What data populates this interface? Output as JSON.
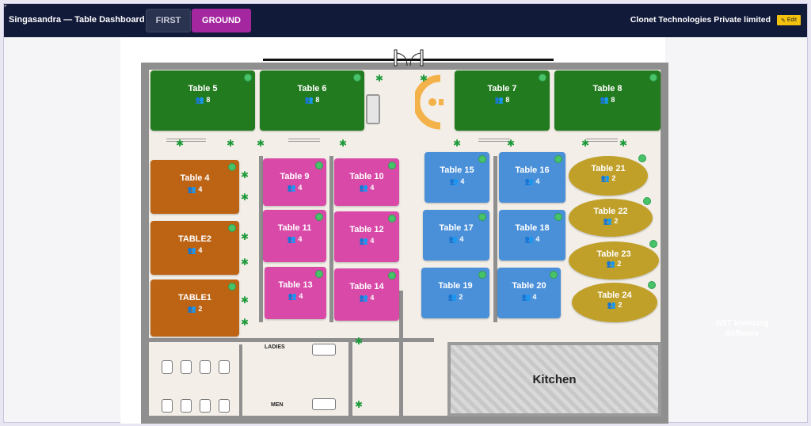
{
  "header": {
    "title": "Singasandra — Table Dashboard",
    "floors": [
      {
        "label": "FIRST",
        "active": false
      },
      {
        "label": "GROUND",
        "active": true
      }
    ],
    "company": "Clonet Technologies Private limited",
    "edit_label": "Edit"
  },
  "floor_plan": {
    "kitchen_label": "Kitchen",
    "ladies_label": "LADIES",
    "men_label": "MEN",
    "tables": [
      {
        "name": "Table 5",
        "seats": "8",
        "color": "#237b1f",
        "status": "available"
      },
      {
        "name": "Table 6",
        "seats": "8",
        "color": "#237b1f",
        "status": "available"
      },
      {
        "name": "Table 7",
        "seats": "8",
        "color": "#237b1f",
        "status": "available"
      },
      {
        "name": "Table 8",
        "seats": "8",
        "color": "#237b1f",
        "status": "available"
      },
      {
        "name": "Table 4",
        "seats": "4",
        "color": "#bd6314",
        "status": "available"
      },
      {
        "name": "TABLE2",
        "seats": "4",
        "color": "#bd6314",
        "status": "available"
      },
      {
        "name": "TABLE1",
        "seats": "2",
        "color": "#bd6314",
        "status": "available"
      },
      {
        "name": "Table 9",
        "seats": "4",
        "color": "#d94aa8",
        "status": "available"
      },
      {
        "name": "Table 10",
        "seats": "4",
        "color": "#d94aa8",
        "status": "available"
      },
      {
        "name": "Table 11",
        "seats": "4",
        "color": "#d94aa8",
        "status": "available"
      },
      {
        "name": "Table 12",
        "seats": "4",
        "color": "#d94aa8",
        "status": "available"
      },
      {
        "name": "Table 13",
        "seats": "4",
        "color": "#d94aa8",
        "status": "available"
      },
      {
        "name": "Table 14",
        "seats": "4",
        "color": "#d94aa8",
        "status": "available"
      },
      {
        "name": "Table 15",
        "seats": "4",
        "color": "#4a90d9",
        "status": "available"
      },
      {
        "name": "Table 16",
        "seats": "4",
        "color": "#4a90d9",
        "status": "available"
      },
      {
        "name": "Table 17",
        "seats": "4",
        "color": "#4a90d9",
        "status": "available"
      },
      {
        "name": "Table 18",
        "seats": "4",
        "color": "#4a90d9",
        "status": "available"
      },
      {
        "name": "Table 19",
        "seats": "2",
        "color": "#4a90d9",
        "status": "available"
      },
      {
        "name": "Table 20",
        "seats": "4",
        "color": "#4a90d9",
        "status": "available"
      },
      {
        "name": "Table 21",
        "seats": "2",
        "color": "#c0a028",
        "status": "available"
      },
      {
        "name": "Table 22",
        "seats": "2",
        "color": "#c0a028",
        "status": "available"
      },
      {
        "name": "Table 23",
        "seats": "2",
        "color": "#c0a028",
        "status": "available"
      },
      {
        "name": "Table 24",
        "seats": "2",
        "color": "#c0a028",
        "status": "available"
      }
    ]
  },
  "watermark": {
    "line1": "GST Invoicing",
    "line2": "Software"
  },
  "icons": {
    "seats": "people-icon",
    "status": "status-dot-icon",
    "plant": "plant-icon",
    "door": "door-icon",
    "edit": "pencil-icon"
  }
}
